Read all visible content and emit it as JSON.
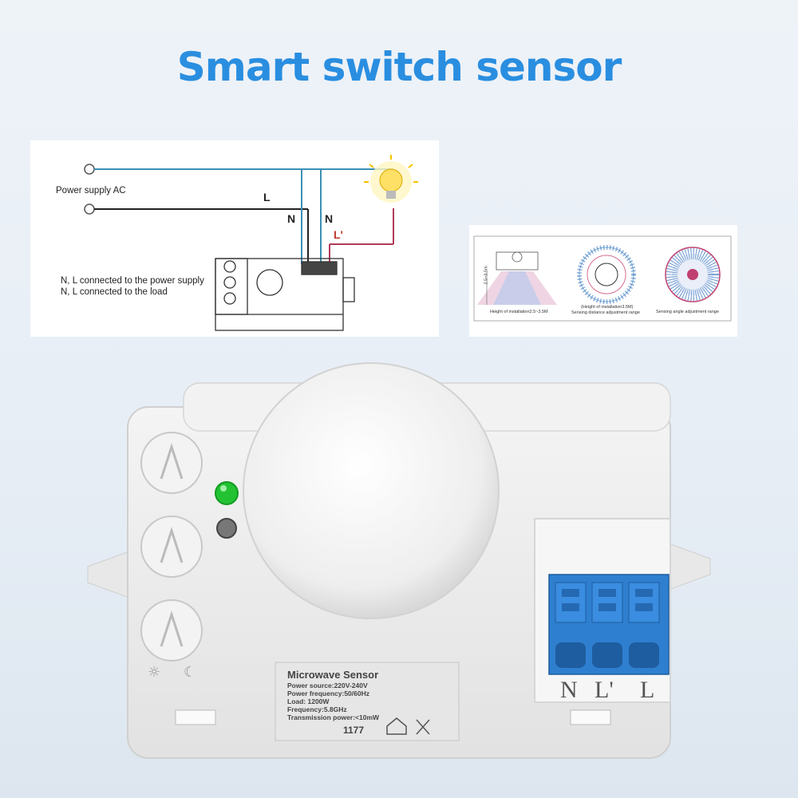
{
  "page": {
    "title": "Smart switch sensor",
    "accent_color": "#2a8ee0"
  },
  "wiring_diagram": {
    "power_label": "Power supply AC",
    "wire_l": "L",
    "wire_n1": "N",
    "wire_n2": "N",
    "wire_lprime": "L'",
    "note_line1": "N, L connected to the power supply",
    "note_line2": "N, L connected to the load",
    "icons": [
      "terminal-circle-icon",
      "light-bulb-icon",
      "sensor-module-icon"
    ]
  },
  "sensing_diagram": {
    "caption_height": "Height of installation2.5~3.5M",
    "caption_distance_top": "(Height of installation3.5M)",
    "caption_distance": "Sensing distance adjustment range",
    "caption_angle": "Sensing angle adjustment range",
    "side_label": "2.5~3.5m"
  },
  "device": {
    "label_title": "Microwave Sensor",
    "label_lines": [
      "Power source:220V-240V",
      "Power frequency:50/60Hz",
      "Load: 1200W",
      "Frequency:5.8GHz",
      "Transmission power:<10mW"
    ],
    "label_code": "1177",
    "terminals": [
      "N",
      "L'",
      "L"
    ],
    "led_color": "#22c233",
    "terminal_color": "#2f7fd0"
  }
}
